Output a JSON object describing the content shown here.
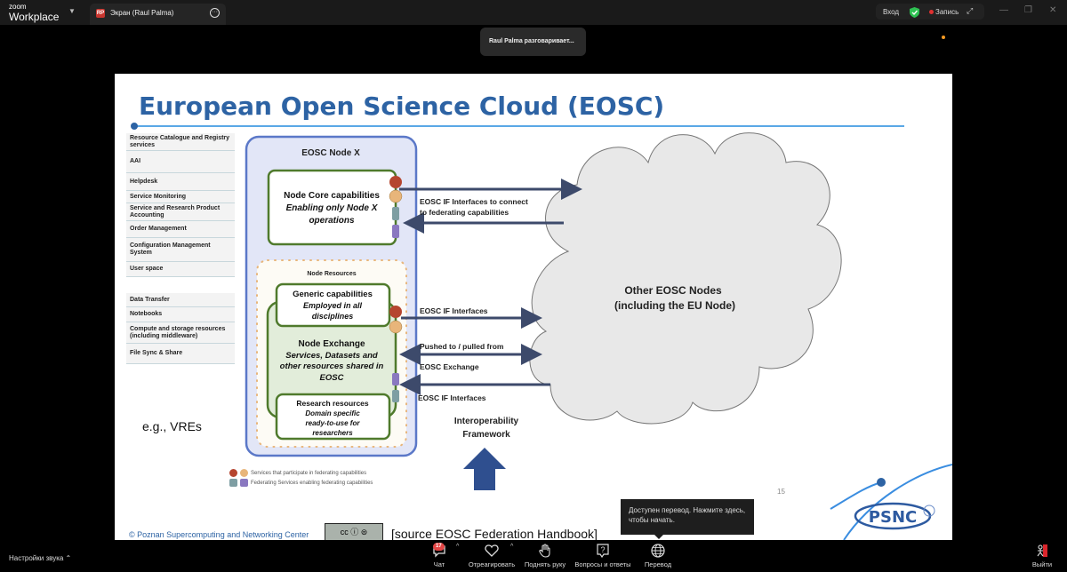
{
  "app": {
    "brand_small": "zoom",
    "brand_large": "Workplace",
    "tab": {
      "badge": "RP",
      "label": "Экран (Raul Palma)"
    },
    "signin_label": "Вход",
    "recording_label": "Запись",
    "window_controls": {
      "minimize": "—",
      "restore": "❐",
      "close": "✕"
    }
  },
  "stage": {
    "speaker_notice": "Raul Palma разговаривает..."
  },
  "slide": {
    "title": "European Open Science Cloud (EOSC)",
    "services_top": [
      "Resource Catalogue and Registry services",
      "AAI",
      "Helpdesk",
      "Service Monitoring",
      "Service and Research Product Accounting",
      "Order Management",
      "Configuration Management System",
      "User space"
    ],
    "services_bottom": [
      "Data Transfer",
      "Notebooks",
      "Compute and storage resources (including middleware)",
      "File Sync & Share"
    ],
    "eg_vres": "e.g., VREs",
    "node_x_title": "EOSC Node X",
    "core": {
      "title": "Node Core capabilities",
      "subtitle_1": "Enabling only Node X",
      "subtitle_2": "operations"
    },
    "node_resources_title": "Node Resources",
    "generic": {
      "title": "Generic capabilities",
      "subtitle_1": "Employed in all",
      "subtitle_2": "disciplines"
    },
    "exchange": {
      "title": "Node Exchange",
      "subtitle_1": "Services, Datasets and",
      "subtitle_2": "other resources shared in",
      "subtitle_3": "EOSC"
    },
    "research": {
      "title": "Research resources",
      "subtitle_1": "Domain specific",
      "subtitle_2": "ready-to-use for",
      "subtitle_3": "researchers"
    },
    "arrows": {
      "if_connect_1": "EOSC IF Interfaces to connect",
      "if_connect_2": "to federating capabilities",
      "if_interfaces_a": "EOSC IF Interfaces",
      "pushed": "Pushed to / pulled from",
      "exchange": "EOSC Exchange",
      "if_interfaces_b": "EOSC IF Interfaces"
    },
    "interop_1": "Interoperability",
    "interop_2": "Framework",
    "cloud_1": "Other EOSC Nodes",
    "cloud_2": "(including the EU Node)",
    "legend": [
      {
        "label": "Services that participate in federating capabilities",
        "colors": [
          "#b5452f",
          "#e8b57a"
        ],
        "shape": "circle"
      },
      {
        "label": "Federating Services enabling federating capabilities",
        "colors": [
          "#7e9ea3",
          "#8a78c0"
        ],
        "shape": "square"
      }
    ],
    "page_number": "15",
    "copyright": "© Poznan Supercomputing and Networking Center",
    "cc_label": "cc ⓘ ⊜",
    "source": "[source EOSC Federation Handbook]",
    "logo_text": "PSNC"
  },
  "tooltip": {
    "text": "Доступен перевод. Нажмите здесь, чтобы начать."
  },
  "toolbar": {
    "sound_settings": "Настройки звука",
    "chat": {
      "label": "Чат",
      "badge": "17"
    },
    "react": "Отреагировать",
    "raise_hand": "Поднять руку",
    "qa": "Вопросы и ответы",
    "translate": "Перевод",
    "leave": "Выйти"
  },
  "colors": {
    "accent_blue": "#2d63a4",
    "node_border": "#5b78c8",
    "green_border": "#4f7a2c",
    "arrow": "#3d4a6b",
    "record_red": "#e03030"
  }
}
